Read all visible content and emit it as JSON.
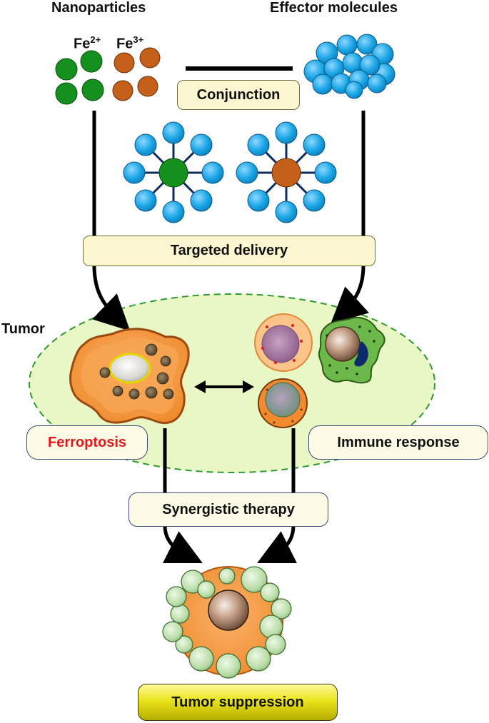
{
  "labels": {
    "nanoparticles": "Nanoparticles",
    "effector_molecules": "Effector molecules",
    "fe2": "Fe",
    "fe2_charge": "2+",
    "fe3": "Fe",
    "fe3_charge": "3+",
    "conjunction": "Conjunction",
    "targeted_delivery": "Targeted delivery",
    "tumor": "Tumor",
    "ferroptosis": "Ferroptosis",
    "immune_response": "Immune response",
    "synergistic_therapy": "Synergistic therapy",
    "tumor_suppression": "Tumor suppression"
  },
  "colors": {
    "fe2_particle": "#15901e",
    "fe3_particle": "#c4601a",
    "effector": "#1aa6e6",
    "connector": "#0f2c5a",
    "tumor_region": "#e9f7c4",
    "tumor_border": "#2f9a2f",
    "ferroptosis_text": "#e3171b",
    "cell_orange": "#f29b45",
    "suppression_box": "#e6e01c"
  }
}
